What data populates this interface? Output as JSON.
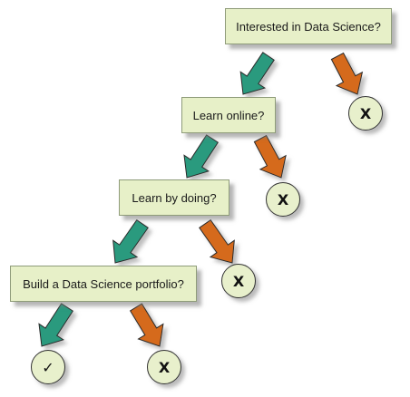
{
  "questions": {
    "q1": "Interested in Data Science?",
    "q2": "Learn online?",
    "q3": "Learn by doing?",
    "q4": "Build a Data Science portfolio?"
  },
  "outcomes": {
    "no": "X",
    "yes": "✓"
  },
  "colors": {
    "yes_arrow": "#2a9a7e",
    "no_arrow": "#d56a1c",
    "box_fill": "#e7f0c8",
    "circle_fill": "#e8f0cc"
  }
}
